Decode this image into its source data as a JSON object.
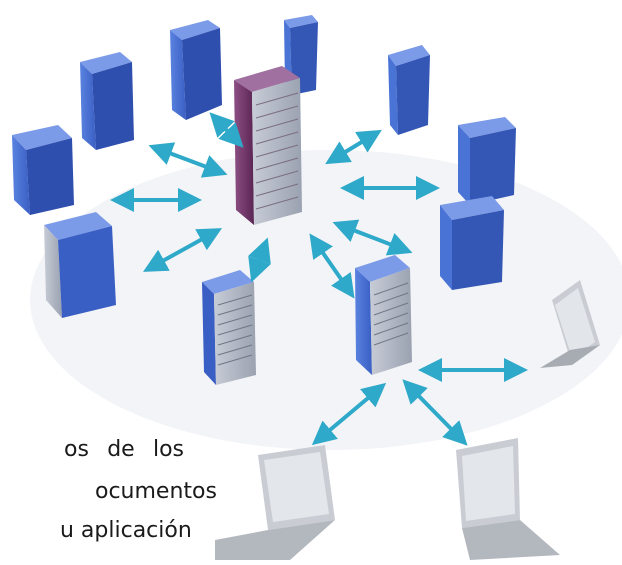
{
  "caption": {
    "line1_words": [
      "os",
      "de",
      "los"
    ],
    "line2": "ocumentos",
    "line3": "u aplicación"
  },
  "diagram": {
    "center_server_icon": "central-server-icon",
    "outer_server_icon": "server-icon",
    "client_icon": "laptop-icon",
    "connector_icon": "double-arrow-icon",
    "colors": {
      "server_blue": "#3f66c9",
      "center_purple": "#6b2f63",
      "arrow_teal": "#2fa9c9",
      "laptop_gray": "#b8bcc2"
    }
  }
}
